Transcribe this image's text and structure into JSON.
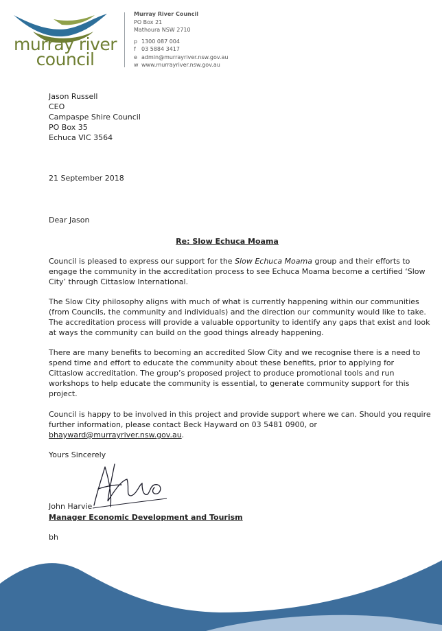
{
  "letterhead": {
    "logo_line1": "murray river",
    "logo_line2": "council",
    "org_name": "Murray River Council",
    "address_1": "PO Box 21",
    "address_2": "Mathoura NSW 2710",
    "phone_key": "p",
    "phone": "1300 087 004",
    "fax_key": "f",
    "fax": "03 5884 3417",
    "email_key": "e",
    "email": "admin@murrayriver.nsw.gov.au",
    "web_key": "w",
    "web": "www.murrayriver.nsw.gov.au",
    "colors": {
      "logo_blue": "#2d6f9a",
      "logo_green": "#6f7f33",
      "wave": "#3d6e9c"
    }
  },
  "recipient": {
    "name": "Jason Russell",
    "role": "CEO",
    "org": "Campaspe Shire Council",
    "box": "PO Box 35",
    "town": "Echuca VIC 3564"
  },
  "date": "21 September 2018",
  "salutation": "Dear Jason",
  "subject": "Re: Slow Echuca Moama",
  "para1": {
    "l1_pre": "Council is pleased to express our support for the ",
    "l1_em": "Slow Echuca Moama",
    "l1_post": " group and their efforts to",
    "l2": "engage the community in the accreditation process to see Echuca Moama become a certified ‘Slow",
    "l3": "City’ through Cittaslow International."
  },
  "para2": [
    "The Slow City philosophy aligns with much of what is currently happening within our communities",
    "(from Councils, the community and individuals) and the direction our community would like to take.",
    "The accreditation process will provide a valuable opportunity to identify any gaps that exist and look",
    "at ways the community can build on the good things already happening."
  ],
  "para3": [
    "There are many benefits to becoming an accredited Slow City and we recognise there is a need to",
    "spend time and effort to educate the community about these benefits, prior to applying for",
    "Cittaslow accreditation. The group’s proposed project to produce promotional tools and run",
    "workshops to help educate the community is essential, to generate community support for this",
    "project."
  ],
  "para4": {
    "l1": "Council is happy to be involved in this project and provide support where we can. Should you require",
    "l2": "further information, please contact Beck Hayward on 03 5481 0900, or",
    "l3_link": "bhayward@murrayriver.nsw.gov.au",
    "l3_post": "."
  },
  "closing": "Yours Sincerely",
  "signer_name": "John Harvie",
  "signer_title": "Manager Economic Development and Tourism",
  "initials": "bh"
}
